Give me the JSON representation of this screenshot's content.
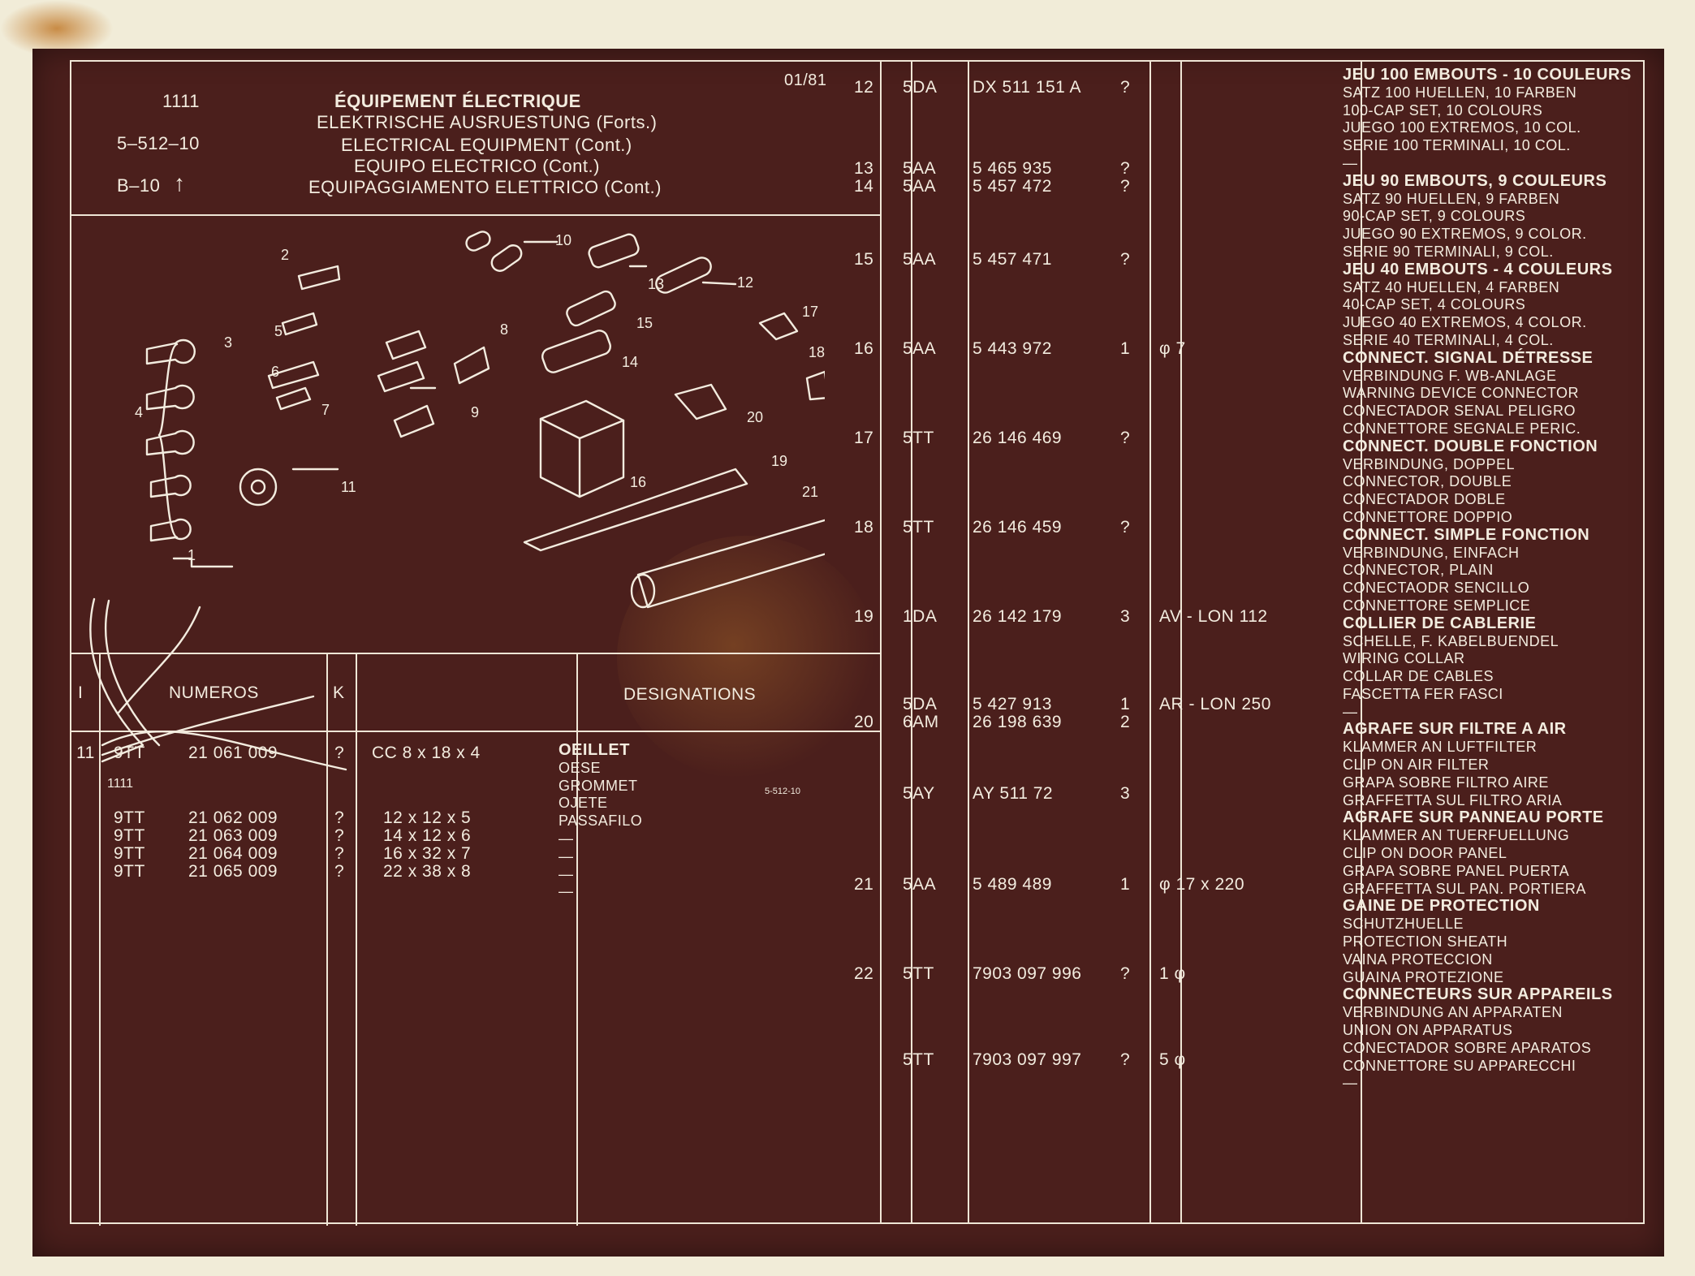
{
  "header": {
    "code": "1111",
    "ref": "5–512–10",
    "b_ref": "B–10",
    "date": "01/81",
    "arrow": "↑",
    "titles": [
      "ÉQUIPEMENT ÉLECTRIQUE",
      "ELEKTRISCHE AUSRUESTUNG (Forts.)",
      "ELECTRICAL EQUIPMENT (Cont.)",
      "EQUIPO ELECTRICO (Cont.)",
      "EQUIPAGGIAMENTO ELETTRICO (Cont.)"
    ]
  },
  "illustration": {
    "code_bottom": "1111",
    "ref_bottom": "5-512-10",
    "callouts": [
      "1",
      "2",
      "3",
      "4",
      "5",
      "6",
      "7",
      "8",
      "9",
      "10",
      "11",
      "12",
      "13",
      "14",
      "15",
      "16",
      "17",
      "18",
      "19",
      "20",
      "21"
    ]
  },
  "table_header": {
    "col_i": "I",
    "col_numeros": "NUMEROS",
    "col_k": "K",
    "col_designations": "DESIGNATIONS"
  },
  "left_rows": {
    "item": "11",
    "codes": [
      "9TT",
      "9TT",
      "9TT",
      "9TT",
      "9TT"
    ],
    "numbers": [
      "21 061 009",
      "21 062 009",
      "21 063 009",
      "21 064 009",
      "21 065 009"
    ],
    "k": [
      "?",
      "?",
      "?",
      "?",
      "?"
    ],
    "sizes": [
      "CC 8 x 18 x 4",
      "12 x 12 x 5",
      "14 x 12 x 6",
      "16 x 32 x 7",
      "22 x 38 x 8"
    ],
    "designation_bold": "OEILLET",
    "designation_lines": [
      "OESE",
      "GROMMET",
      "OJETE",
      "PASSAFILO",
      "—",
      "—",
      "—",
      "—"
    ]
  },
  "right_rows": [
    {
      "item": "12",
      "code": "5DA",
      "number": "DX 511 151 A",
      "k": "?",
      "note": ""
    },
    {
      "item": "13",
      "code": "5AA",
      "number": "5 465 935",
      "k": "?",
      "note": ""
    },
    {
      "item": "14",
      "code": "5AA",
      "number": "5 457 472",
      "k": "?",
      "note": ""
    },
    {
      "item": "15",
      "code": "5AA",
      "number": "5 457 471",
      "k": "?",
      "note": ""
    },
    {
      "item": "16",
      "code": "5AA",
      "number": "5 443 972",
      "k": "1",
      "note": "φ 7"
    },
    {
      "item": "17",
      "code": "5TT",
      "number": "26 146 469",
      "k": "?",
      "note": ""
    },
    {
      "item": "18",
      "code": "5TT",
      "number": "26 146 459",
      "k": "?",
      "note": ""
    },
    {
      "item": "19",
      "code": "1DA",
      "number": "26 142 179",
      "k": "3",
      "note": "AV - LON 112"
    },
    {
      "item": "",
      "code": "5DA",
      "number": "5 427 913",
      "k": "1",
      "note": "AR - LON 250"
    },
    {
      "item": "20",
      "code": "6AM",
      "number": "26 198 639",
      "k": "2",
      "note": ""
    },
    {
      "item": "",
      "code": "5AY",
      "number": "AY 511 72",
      "k": "3",
      "note": ""
    },
    {
      "item": "21",
      "code": "5AA",
      "number": "5 489 489",
      "k": "1",
      "note": "φ 17 x 220"
    },
    {
      "item": "22",
      "code": "5TT",
      "number": "7903 097 996",
      "k": "?",
      "note": "1 φ"
    },
    {
      "item": "",
      "code": "5TT",
      "number": "7903 097 997",
      "k": "?",
      "note": "5 φ"
    }
  ],
  "descriptions": [
    {
      "bold": "JEU 100 EMBOUTS - 10 COULEURS",
      "lines": [
        "SATZ 100 HUELLEN, 10 FARBEN",
        "100-CAP SET, 10 COLOURS",
        "JUEGO 100 EXTREMOS, 10 COL.",
        "SERIE 100 TERMINALI, 10 COL.",
        "—"
      ]
    },
    {
      "bold": "JEU 90 EMBOUTS, 9 COULEURS",
      "lines": [
        "SATZ 90 HUELLEN, 9 FARBEN",
        "90-CAP SET, 9 COLOURS",
        "JUEGO 90 EXTREMOS, 9 COLOR.",
        "SERIE 90 TERMINALI, 9 COL."
      ]
    },
    {
      "bold": "JEU 40 EMBOUTS - 4 COULEURS",
      "lines": [
        "SATZ 40 HUELLEN, 4 FARBEN",
        "40-CAP SET, 4 COLOURS",
        "JUEGO 40 EXTREMOS, 4 COLOR.",
        "SERIE 40 TERMINALI, 4 COL."
      ]
    },
    {
      "bold": "CONNECT. SIGNAL DÉTRESSE",
      "lines": [
        "VERBINDUNG F. WB-ANLAGE",
        "WARNING DEVICE CONNECTOR",
        "CONECTADOR SENAL PELIGRO",
        "CONNETTORE SEGNALE PERIC."
      ]
    },
    {
      "bold": "CONNECT. DOUBLE FONCTION",
      "lines": [
        "VERBINDUNG, DOPPEL",
        "CONNECTOR, DOUBLE",
        "CONECTADOR DOBLE",
        "CONNETTORE DOPPIO"
      ]
    },
    {
      "bold": "CONNECT. SIMPLE FONCTION",
      "lines": [
        "VERBINDUNG, EINFACH",
        "CONNECTOR, PLAIN",
        "CONECTAODR SENCILLO",
        "CONNETTORE SEMPLICE"
      ]
    },
    {
      "bold": "COLLIER DE CABLERIE",
      "lines": [
        "SCHELLE, F. KABELBUENDEL",
        "WIRING COLLAR",
        "COLLAR DE CABLES",
        "FASCETTA FER FASCI",
        "—"
      ]
    },
    {
      "bold": "AGRAFE SUR FILTRE A AIR",
      "lines": [
        "KLAMMER AN LUFTFILTER",
        "CLIP ON AIR FILTER",
        "GRAPA SOBRE FILTRO AIRE",
        "GRAFFETTA SUL FILTRO ARIA"
      ]
    },
    {
      "bold": "AGRAFE SUR PANNEAU PORTE",
      "lines": [
        "KLAMMER AN TUERFUELLUNG",
        "CLIP ON DOOR PANEL",
        "GRAPA SOBRE PANEL PUERTA",
        "GRAFFETTA SUL PAN. PORTIERA"
      ]
    },
    {
      "bold": "GAINE DE PROTECTION",
      "lines": [
        "SCHUTZHUELLE",
        "PROTECTION SHEATH",
        "VAINA PROTECCION",
        "GUAINA PROTEZIONE"
      ]
    },
    {
      "bold": "CONNECTEURS SUR APPAREILS",
      "lines": [
        "VERBINDUNG AN APPARATEN",
        "UNION ON APPARATUS",
        "CONECTADOR SOBRE APARATOS",
        "CONNETTORE SU APPARECCHI",
        "—"
      ]
    }
  ],
  "colors": {
    "card": "#4b1f1c",
    "ink": "#f3ecdf",
    "paper": "#f1ecd8"
  }
}
